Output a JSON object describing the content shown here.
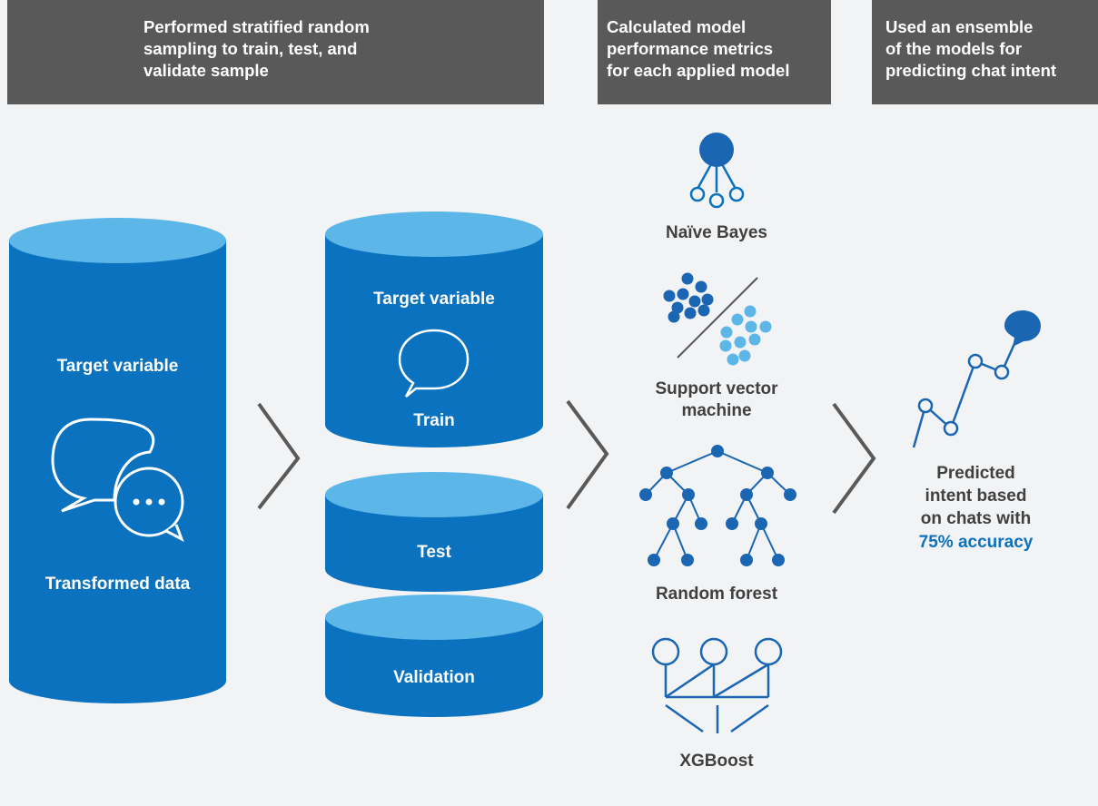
{
  "headers": {
    "step1": "Performed stratified random\nsampling to train, test, and\nvalidate sample",
    "step2": "Calculated model\nperformance metrics\nfor each applied model",
    "step3": "Used an ensemble\nof the models for\npredicting chat intent"
  },
  "source": {
    "target_label": "Target variable",
    "data_label": "Transformed data"
  },
  "split": {
    "train_target_label": "Target variable",
    "train_label": "Train",
    "test_label": "Test",
    "validation_label": "Validation"
  },
  "models": {
    "naive_bayes": "Naïve Bayes",
    "svm": "Support vector\nmachine",
    "random_forest": "Random forest",
    "xgboost": "XGBoost"
  },
  "result": {
    "line1": "Predicted",
    "line2": "intent based",
    "line3": "on chats with",
    "accuracy": "75% accuracy"
  },
  "colors": {
    "cylinder_body": "#0a72bf",
    "cylinder_top": "#5cb6e8",
    "header_bg": "#595959",
    "background": "#f2f3f5",
    "dark_node": "#1a66b3",
    "light_node": "#5cb6e8"
  }
}
